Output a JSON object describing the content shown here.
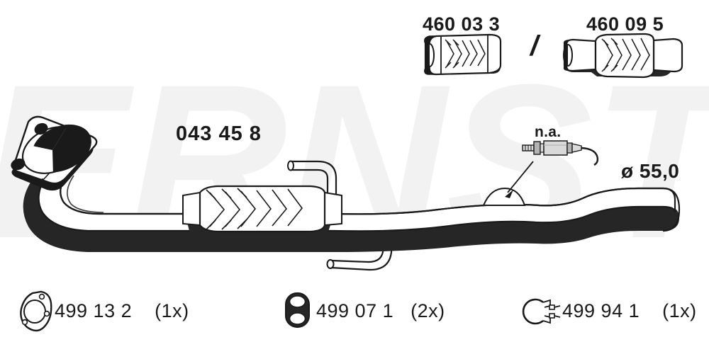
{
  "watermark": {
    "text": "ERNST",
    "color": "#f2f2f2"
  },
  "alternatives": [
    {
      "part_number": "460 03 3",
      "icon": "flex-pipe-short-icon"
    },
    {
      "part_number": "460 09 5",
      "icon": "flex-pipe-long-icon"
    }
  ],
  "separator": "/",
  "main_part": {
    "part_number": "043 45 8",
    "diameter_label": "ø 55,0",
    "sensor": {
      "label": "n.a.",
      "icon": "lambda-sensor-icon"
    }
  },
  "accessories": [
    {
      "part_number": "499 13 2",
      "quantity": "(1x)",
      "icon": "triangular-gasket-icon"
    },
    {
      "part_number": "499 07 1",
      "quantity": "(2x)",
      "icon": "rubber-mount-icon"
    },
    {
      "part_number": "499 94 1",
      "quantity": "(1x)",
      "icon": "pipe-clamp-icon"
    }
  ],
  "colors": {
    "ink": "#1a1a1a",
    "shadow": "#262626",
    "metal_light": "#d9d9d9",
    "metal_mid": "#b3b3b3",
    "background": "#ffffff"
  }
}
